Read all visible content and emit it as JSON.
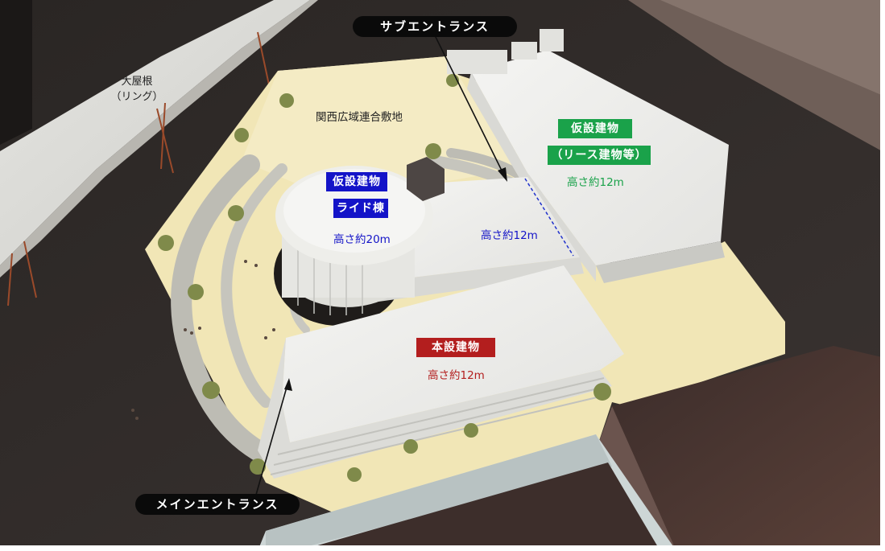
{
  "colors": {
    "blue": "#1414c8",
    "green": "#1aa24a",
    "red": "#b31e1e",
    "ground": "#f2e8b8",
    "building": "#eeeeec"
  },
  "labels": {
    "sub_entrance": "サブエントランス",
    "main_entrance": "メインエントランス",
    "roof_ring_line1": "大屋根",
    "roof_ring_line2": "（リング）",
    "site_name": "関西広域連合敷地",
    "ride_tag1": "仮設建物",
    "ride_tag2": "ライド棟",
    "ride_height": "高さ約20m",
    "middle_height": "高さ約12m",
    "lease_tag1": "仮設建物",
    "lease_tag2": "（リース建物等）",
    "lease_height": "高さ約12m",
    "main_tag": "本設建物",
    "main_height": "高さ約12m"
  }
}
